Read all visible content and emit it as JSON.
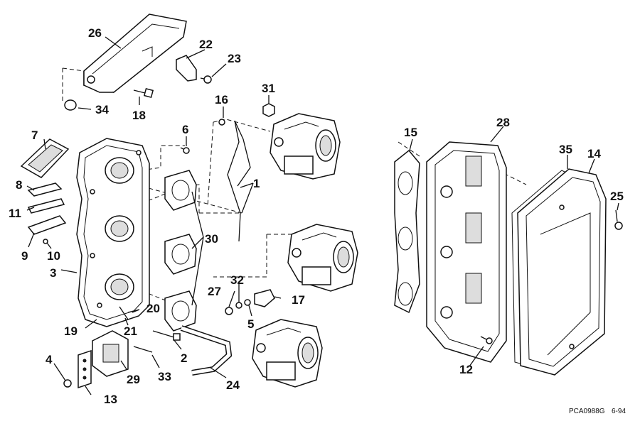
{
  "callouts": {
    "c1": "1",
    "c2": "2",
    "c3": "3",
    "c4": "4",
    "c5": "5",
    "c6": "6",
    "c7": "7",
    "c8": "8",
    "c9": "9",
    "c10": "10",
    "c11": "11",
    "c12": "12",
    "c13": "13",
    "c14": "14",
    "c15": "15",
    "c16": "16",
    "c17": "17",
    "c18": "18",
    "c19": "19",
    "c20": "20",
    "c21": "21",
    "c22": "22",
    "c23": "23",
    "c24": "24",
    "c25": "25",
    "c26": "26",
    "c27": "27",
    "c28": "28",
    "c29": "29",
    "c30": "30",
    "c31": "31",
    "c32": "32",
    "c33": "33",
    "c34": "34",
    "c35": "35"
  },
  "footer": {
    "drawing_code": "PCA0988G",
    "date_code": "6-94"
  }
}
